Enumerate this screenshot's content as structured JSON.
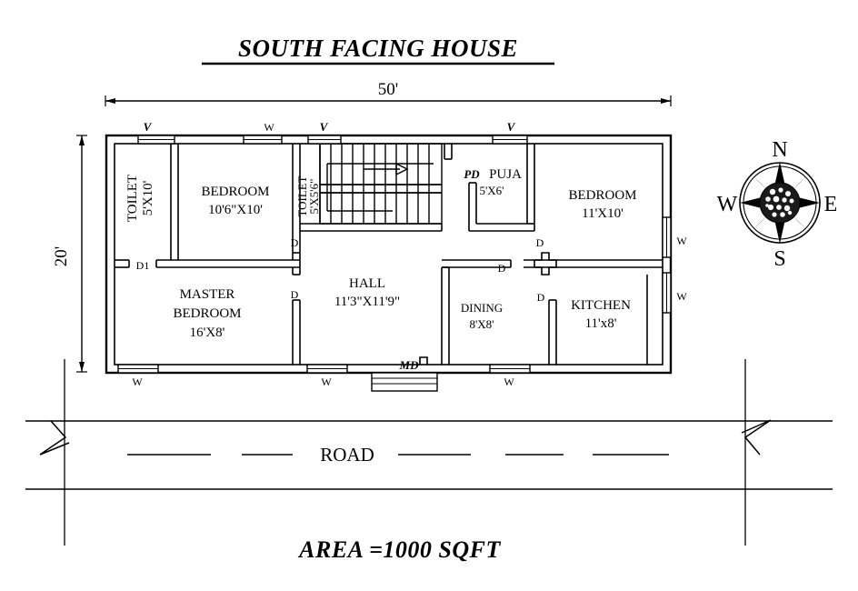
{
  "title": "SOUTH FACING HOUSE",
  "area_note": "AREA =1000 SQFT",
  "dimensions": {
    "width_label": "50'",
    "height_label": "20'"
  },
  "road": {
    "label": "ROAD"
  },
  "compass": {
    "north": "N",
    "east": "E",
    "south": "S",
    "west": "W"
  },
  "rooms": [
    {
      "name": "TOILET",
      "size": "5'X10'",
      "orientation": "vertical"
    },
    {
      "name": "BEDROOM",
      "size": "10'6\"X10'",
      "orientation": "horizontal"
    },
    {
      "name": "TOILET",
      "size": "5'X5'6\"",
      "orientation": "vertical"
    },
    {
      "name": "PUJA",
      "size": "5'X6'",
      "orientation": "horizontal",
      "prefix": "PD"
    },
    {
      "name": "BEDROOM",
      "size": "11'X10'",
      "orientation": "horizontal"
    },
    {
      "name": "MASTER BEDROOM",
      "name_line1": "MASTER",
      "name_line2": "BEDROOM",
      "size": "16'X8'",
      "orientation": "horizontal"
    },
    {
      "name": "HALL",
      "size": "11'3\"X11'9\"",
      "orientation": "horizontal"
    },
    {
      "name": "DINING",
      "size": "8'X8'",
      "orientation": "horizontal"
    },
    {
      "name": "KITCHEN",
      "size": "11'x8'",
      "orientation": "horizontal"
    }
  ],
  "openings": {
    "ventilator_tag": "V",
    "window_tag": "W",
    "door_tag": "D",
    "door1_tag": "D1",
    "main_door_tag": "MD"
  },
  "tags": {
    "v_top_1": "V",
    "w_top_1": "W",
    "v_top_2": "V",
    "v_top_3": "V",
    "w_right_1": "W",
    "w_right_2": "W",
    "w_bottom_1": "W",
    "w_bottom_2": "W",
    "w_bottom_3": "W",
    "md": "MD",
    "d1": "D1",
    "d_toilet": "D",
    "d_master": "D",
    "d_puja": "D",
    "d_dining": "D",
    "d_kitchen": "D"
  },
  "colors": {
    "ink": "#000000",
    "paper": "#ffffff"
  }
}
